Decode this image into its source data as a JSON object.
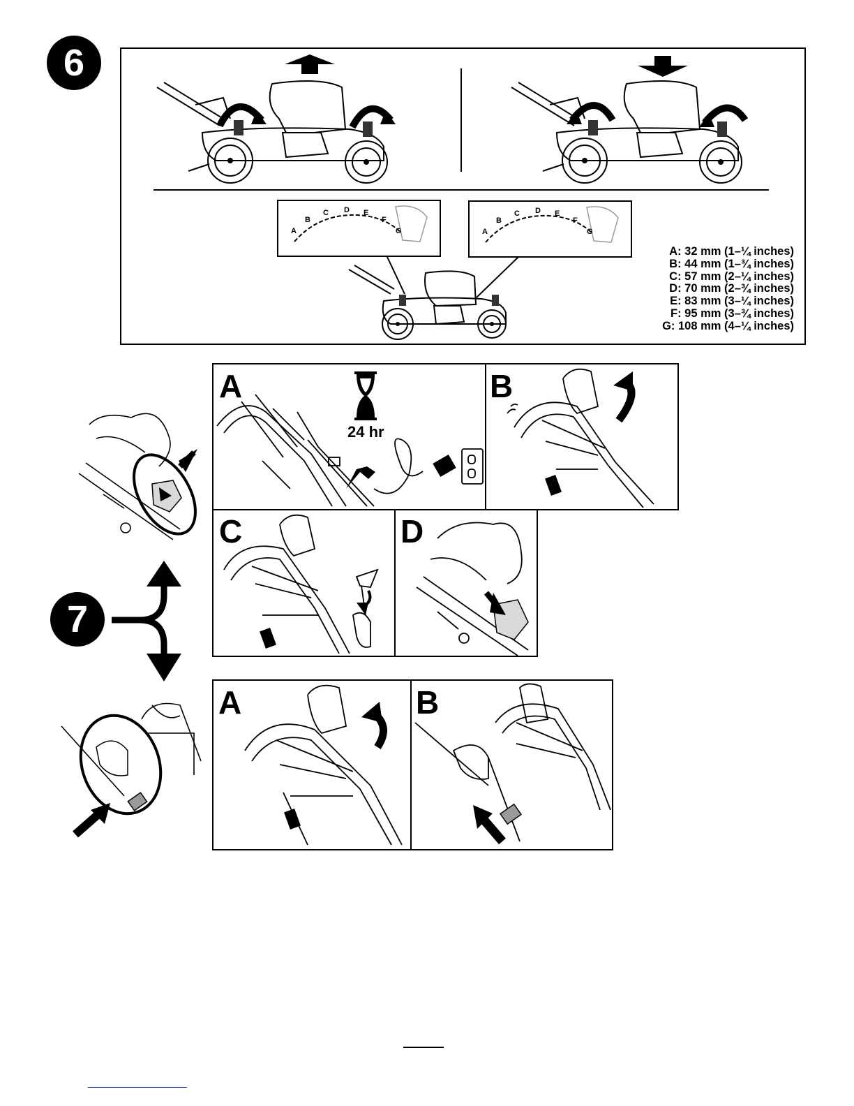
{
  "steps": {
    "six": "6",
    "seven": "7"
  },
  "dial_letters": [
    "A",
    "B",
    "C",
    "D",
    "E",
    "F",
    "G"
  ],
  "cutting_heights": [
    "A: 32 mm (1–¼ inches)",
    "B: 44 mm (1–¾ inches)",
    "C: 57 mm (2–¼ inches)",
    "D: 70 mm (2–¾ inches)",
    "E: 83 mm (3–¼ inches)",
    "F: 95 mm (3–¾ inches)",
    "G: 108 mm (4–¼ inches)"
  ],
  "step7_top_panels": {
    "a": "A",
    "b": "B",
    "c": "C",
    "d": "D",
    "charge_time": "24 hr"
  },
  "step7_bottom_panels": {
    "a": "A",
    "b": "B"
  },
  "colors": {
    "ink": "#000000",
    "paper": "#ffffff",
    "link_underline": "#3355cc"
  }
}
